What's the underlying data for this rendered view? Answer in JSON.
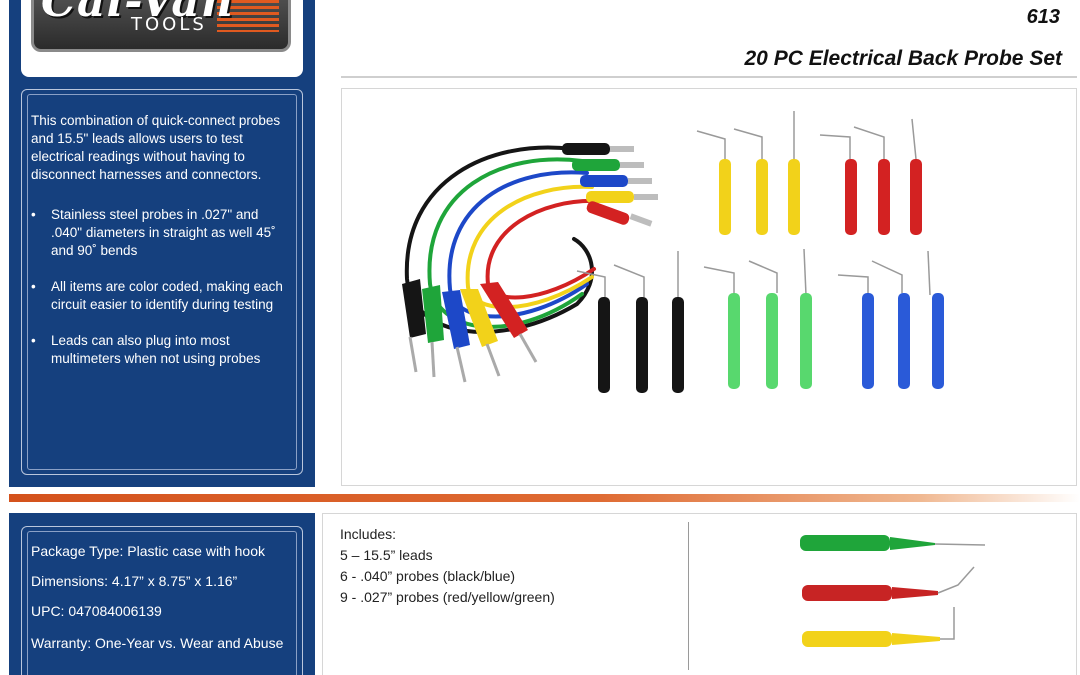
{
  "brand": {
    "logo_text": "Cal-Van",
    "logo_sub": "TOOLS"
  },
  "header": {
    "model_number": "613",
    "title": "20 PC Electrical Back Probe Set"
  },
  "description": {
    "intro": "This combination of quick-connect probes and 15.5\" leads allows users to test electrical readings without having to disconnect harnesses and connectors.",
    "bullet_char": "•",
    "bullets": [
      "Stainless steel probes in .027\" and .040\" diameters in straight as well 45˚ and 90˚ bends",
      "All items are color coded, making each circuit easier to identify during testing",
      "Leads can also plug into most multimeters when not using probes"
    ]
  },
  "specs": [
    "Package Type: Plastic case with hook",
    "Dimensions: 4.17” x 8.75” x 1.16”",
    "UPC: 047084006139",
    "Warranty: One-Year vs. Wear and Abuse"
  ],
  "includes": {
    "heading": "Includes:",
    "items": [
      "5 – 15.5” leads",
      "6 - .040” probes (black/blue)",
      "9 - .027” probes (red/yellow/green)"
    ]
  },
  "colors": {
    "brand_blue": "#15407e",
    "accent_orange": "#d4521c",
    "lead_red": "#d32222",
    "lead_green": "#1fa53a",
    "lead_yellow": "#f2d21a",
    "lead_blue": "#1d48c8",
    "lead_black": "#151515"
  }
}
